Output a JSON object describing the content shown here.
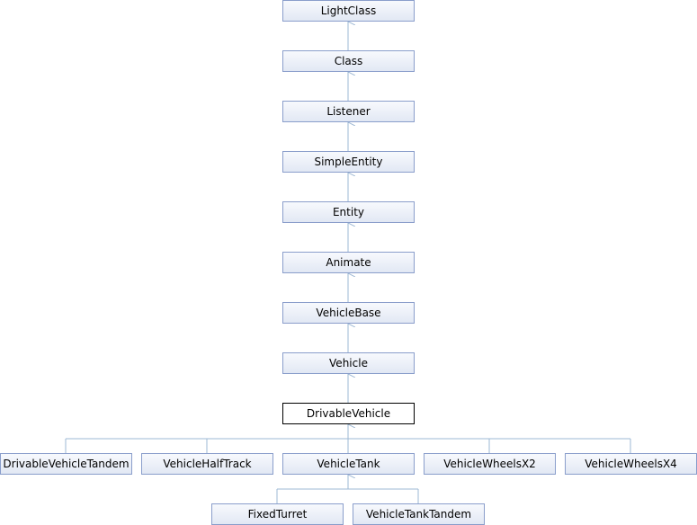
{
  "nodes": {
    "light_class": "LightClass",
    "class": "Class",
    "listener": "Listener",
    "simple_entity": "SimpleEntity",
    "entity": "Entity",
    "animate": "Animate",
    "vehicle_base": "VehicleBase",
    "vehicle": "Vehicle",
    "drivable_vehicle": "DrivableVehicle",
    "drivable_vehicle_tandem": "DrivableVehicleTandem",
    "vehicle_half_track": "VehicleHalfTrack",
    "vehicle_tank": "VehicleTank",
    "vehicle_wheels_x2": "VehicleWheelsX2",
    "vehicle_wheels_x4": "VehicleWheelsX4",
    "fixed_turret": "FixedTurret",
    "vehicle_tank_tandem": "VehicleTankTandem"
  },
  "colors": {
    "edge": "#9eb8d4",
    "node_border": "#8a9ecb",
    "current_border": "#000000"
  }
}
